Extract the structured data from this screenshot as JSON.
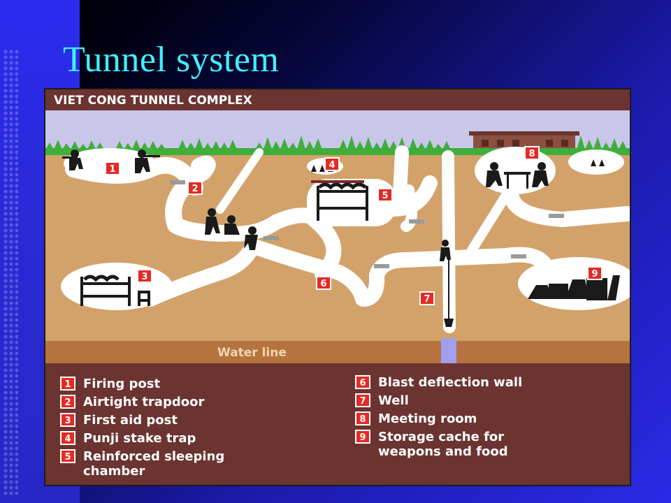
{
  "slide": {
    "title": "Tunnel system"
  },
  "diagram": {
    "header": "VIET CONG TUNNEL COMPLEX",
    "water_line": "Water line",
    "markers": [
      "1",
      "2",
      "3",
      "4",
      "5",
      "6",
      "7",
      "8",
      "9"
    ],
    "legend_left": [
      {
        "num": "1",
        "lines": [
          "Firing post"
        ]
      },
      {
        "num": "2",
        "lines": [
          "Airtight trapdoor"
        ]
      },
      {
        "num": "3",
        "lines": [
          "First aid post"
        ]
      },
      {
        "num": "4",
        "lines": [
          "Punji stake trap"
        ]
      },
      {
        "num": "5",
        "lines": [
          "Reinforced sleeping",
          "chamber"
        ]
      }
    ],
    "legend_right": [
      {
        "num": "6",
        "lines": [
          "Blast deflection wall"
        ]
      },
      {
        "num": "7",
        "lines": [
          "Well"
        ]
      },
      {
        "num": "8",
        "lines": [
          "Meeting room"
        ]
      },
      {
        "num": "9",
        "lines": [
          "Storage cache for",
          "weapons and food"
        ]
      }
    ],
    "colors": {
      "header_band": "#6b3431",
      "sky": "#c9c6ea",
      "soil": "#d2a26a",
      "deep_soil": "#b5743f",
      "tunnel": "#ffffff",
      "marker": "#e42a24",
      "grass": "#3fae3b",
      "hut": "#8b5040",
      "well_water": "#a0a0ee"
    }
  }
}
